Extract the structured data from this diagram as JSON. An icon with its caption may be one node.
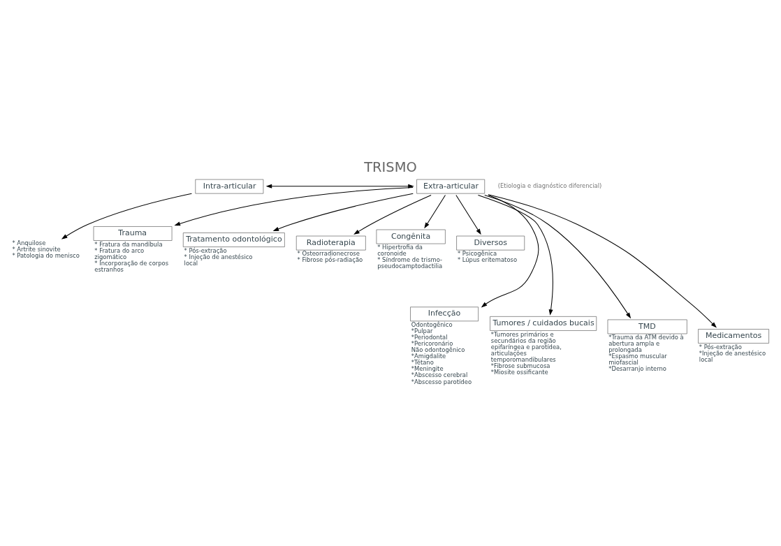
{
  "diagram": {
    "title": "TRISMO",
    "nodes": [
      {
        "text": [
          "Intra-articular"
        ]
      },
      {
        "text": [
          "Extra-articular"
        ]
      },
      {
        "text": [
          "* Anquilose",
          "* Artrite sinovite",
          "* Patologia do menisco"
        ]
      },
      {
        "text": [
          "Trauma"
        ],
        "beside": [
          "* Fratura da mandíbula",
          "* Fratura do arco zigomático",
          "* Incorporação de corpos estranhos"
        ]
      },
      {
        "text": [
          "Tratamento odontológico"
        ],
        "beside": [
          "* Pós-extração",
          "* Injeção de anestésico local"
        ]
      },
      {
        "text": [
          "Radioterapia"
        ],
        "beside": [
          "* Osteorradionecrose",
          "* Fibrose pós-radiação"
        ]
      },
      {
        "text": [
          "Congênita"
        ],
        "beside": [
          "* Hipertrofia da coronoide",
          "* Síndrome de trismo-pseudocamptodactilia"
        ]
      },
      {
        "text": [
          "Diversos"
        ],
        "beside": [
          "* Psicogênica",
          "* Lúpus eritematoso"
        ]
      },
      {
        "text": [
          "Infecção"
        ],
        "beside": [
          "Odontogênico",
          "*Pulpar",
          "*Periodontal",
          "*Pericoronário",
          "Não odontogênico",
          "*Amigdalite",
          "*Tétano",
          "*Meningite",
          "*Abscesso cerebral",
          "*Abscesso parotídeo"
        ]
      },
      {
        "text": [
          "Tumores / cuidados bucais"
        ],
        "beside": [
          "*Tumores primários e secundários da região epifaríngea e parotídea, articulações temporomandibulares",
          "*Fibrose submucosa",
          "*Miosite ossificante"
        ]
      },
      {
        "text": [
          "TMD"
        ],
        "beside": [
          "*Trauma da ATM devido à abertura ampla e prolongada",
          "*Espasmo muscular miofascial",
          "*Desarranjo interno"
        ]
      },
      {
        "text": [
          "Medicamentos"
        ],
        "beside": [
          "* Pós-extração",
          "*Injeção de anestésico local"
        ]
      }
    ],
    "edges": [
      {
        "from": 0,
        "to": 1,
        "arrow": "both"
      },
      {
        "from": 0,
        "to": 2,
        "arrow": "to"
      },
      {
        "from": 1,
        "to": 3,
        "arrow": "to"
      },
      {
        "from": 1,
        "to": 8,
        "arrow": "to"
      },
      {
        "from": 1,
        "to": 4,
        "arrow": "to"
      },
      {
        "from": 1,
        "to": 9,
        "arrow": "to"
      },
      {
        "from": 1,
        "to": 5,
        "arrow": "to"
      },
      {
        "from": 1,
        "to": 10,
        "arrow": "to"
      },
      {
        "from": 1,
        "to": 6,
        "arrow": "to"
      },
      {
        "from": 1,
        "to": 11,
        "arrow": "to"
      },
      {
        "from": 1,
        "to": 7,
        "arrow": "to"
      }
    ],
    "labels": [
      "(Etiologia e diagnóstico diferencial)"
    ]
  }
}
